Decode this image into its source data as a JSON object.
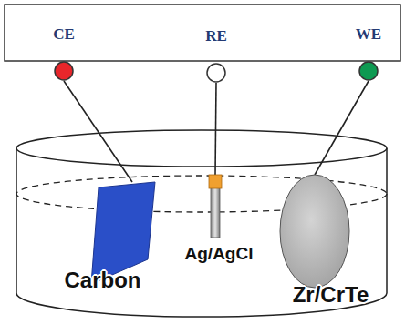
{
  "diagram": {
    "nodes": [
      {
        "text": [
          "CE"
        ]
      },
      {
        "text": [
          "RE"
        ]
      },
      {
        "text": [
          "WE"
        ]
      },
      {
        "text": [
          "Carbon"
        ]
      },
      {
        "text": [
          "Ag/AgCl"
        ]
      },
      {
        "text": [
          "Zr/CrTe"
        ]
      }
    ],
    "edges": [
      {
        "from": 0,
        "to": 3,
        "arrow": "none"
      },
      {
        "from": 1,
        "to": 4,
        "arrow": "none"
      },
      {
        "from": 2,
        "to": 5,
        "arrow": "none"
      }
    ]
  }
}
